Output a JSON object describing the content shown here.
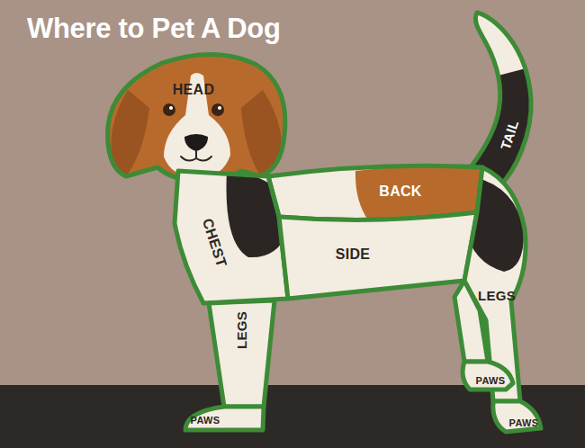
{
  "diagram": {
    "title": "Where to Pet A Dog",
    "nodes": [
      {
        "text": [
          "HEAD"
        ]
      },
      {
        "text": [
          "TAIL"
        ]
      },
      {
        "text": [
          "BACK"
        ]
      },
      {
        "text": [
          "CHEST"
        ]
      },
      {
        "text": [
          "SIDE"
        ]
      },
      {
        "text": [
          "LEGS"
        ]
      },
      {
        "text": [
          "LEGS"
        ]
      },
      {
        "text": [
          "PAWS"
        ]
      },
      {
        "text": [
          "PAWS"
        ]
      },
      {
        "text": [
          "PAWS"
        ]
      }
    ]
  }
}
